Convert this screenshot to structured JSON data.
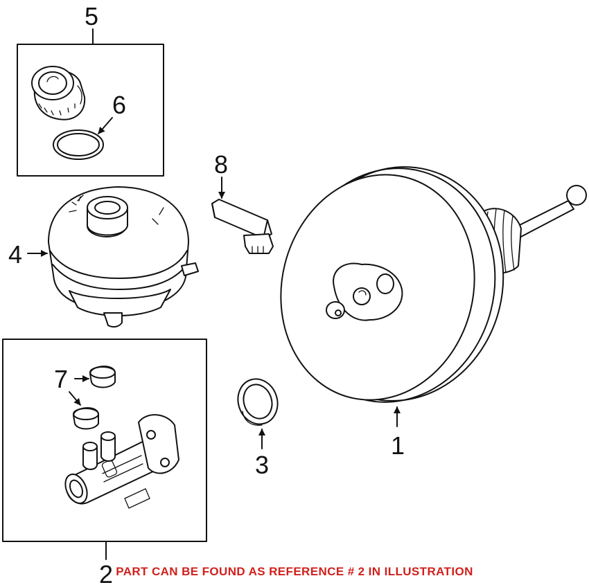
{
  "callouts": {
    "c1": "1",
    "c2": "2",
    "c3": "3",
    "c4": "4",
    "c5": "5",
    "c6": "6",
    "c7": "7",
    "c8": "8"
  },
  "note": {
    "text": "PART CAN BE FOUND AS REFERENCE # 2 IN ILLUSTRATION",
    "color": "#d0201c"
  }
}
